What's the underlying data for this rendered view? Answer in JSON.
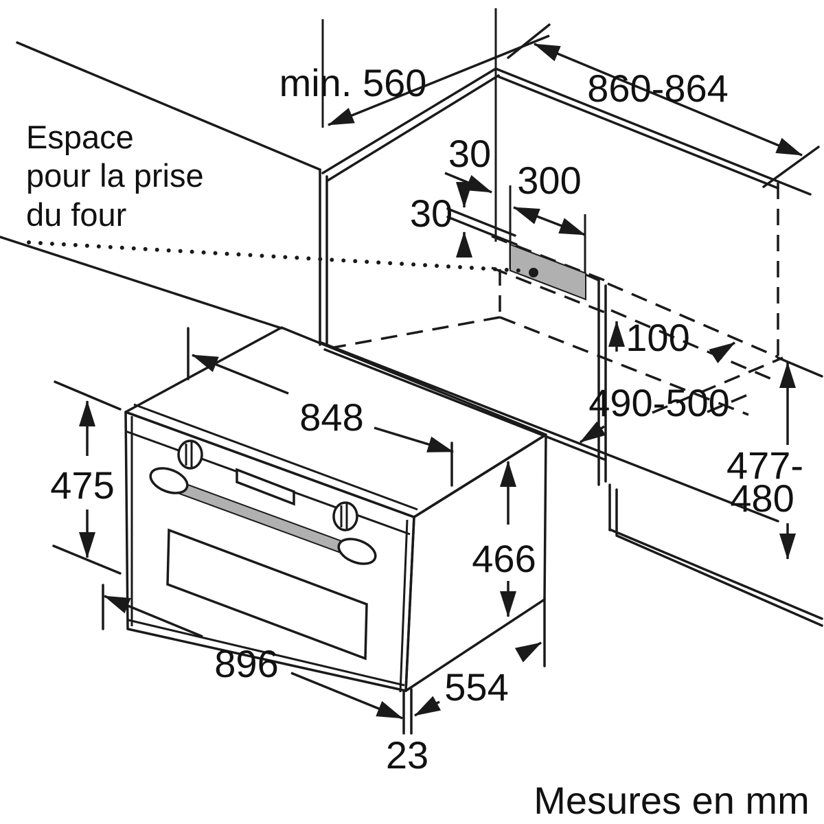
{
  "diagram": {
    "type": "appliance-installation-drawing",
    "caption": "Mesures en mm",
    "annotation": {
      "line1": "Espace",
      "line2": "pour la prise",
      "line3": "du four"
    },
    "dimensions": {
      "niche_min_depth": "min. 560",
      "niche_width": "860-864",
      "plug_offset_top_first": "30",
      "plug_offset_top_second": "30",
      "plug_zone_width": "300",
      "plug_zone_bottom_clearance": "100",
      "base_cabinet_depth": "490-500",
      "niche_height_line1": "477-",
      "niche_height_line2": "480",
      "oven_body_width": "848",
      "oven_front_height": "475",
      "oven_body_height": "466",
      "oven_overall_width": "896",
      "oven_depth": "554",
      "door_overhang": "23"
    },
    "colors": {
      "line": "#1a1a1a",
      "gray_fill": "#b0b0b0",
      "background": "#ffffff"
    }
  }
}
